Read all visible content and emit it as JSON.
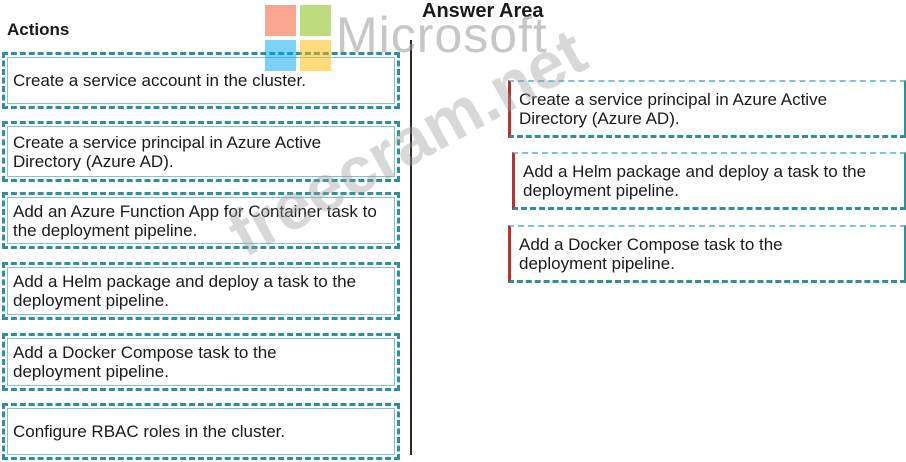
{
  "headings": {
    "actions": "Actions",
    "answer_area": "Answer Area"
  },
  "actions": [
    {
      "label": "Create a service account in the cluster."
    },
    {
      "label": "Create a service principal in Azure Active Directory (Azure AD)."
    },
    {
      "label": "Add an Azure Function App for Container task to the deployment pipeline."
    },
    {
      "label": "Add a Helm package and deploy a task to the deployment pipeline."
    },
    {
      "label": "Add a Docker Compose task to the deployment pipeline."
    },
    {
      "label": "Configure RBAC roles in the cluster."
    }
  ],
  "answers": [
    {
      "label": "Create a service principal in Azure Active Directory (Azure AD)."
    },
    {
      "label": "Add a Helm package and deploy a task to the deployment pipeline."
    },
    {
      "label": "Add a Docker Compose task to the deployment pipeline."
    }
  ],
  "watermarks": {
    "brand": "Microsoft",
    "site": "freecram.net",
    "logo_colors": [
      "#f25022",
      "#7fba00",
      "#00a4ef",
      "#ffb900"
    ]
  },
  "colors": {
    "card_border": "#2f8f9c",
    "answer_accent": "#b2342c"
  }
}
